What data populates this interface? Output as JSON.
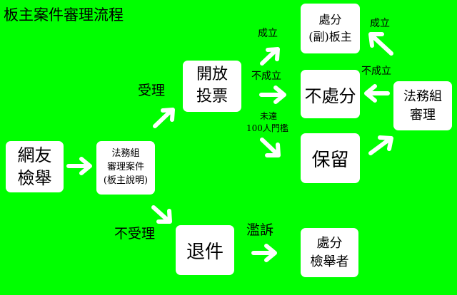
{
  "title": "板主案件審理流程",
  "colors": {
    "background": "#00ff00",
    "box": "#ffffff",
    "arrow": "#ffffff",
    "text": "#000000"
  },
  "nodes": {
    "report": [
      "網友",
      "檢舉"
    ],
    "committee_review": [
      "法務組",
      "審理案件",
      "(板主說明)"
    ],
    "vote": [
      "開放",
      "投票"
    ],
    "punish_deputy": [
      "處分",
      "(副)板主"
    ],
    "no_punish": [
      "不處分"
    ],
    "keep": [
      "保留"
    ],
    "committee_rereview": [
      "法務組",
      "審理"
    ],
    "withdraw": [
      "退件"
    ],
    "punish_reporter": [
      "處分",
      "檢舉者"
    ]
  },
  "edge_labels": {
    "accept": "受理",
    "reject": "不受理",
    "pass_top": "成立",
    "fail_mid": "不成立",
    "threshold": [
      "未達",
      "100人門檻"
    ],
    "pass_right": "成立",
    "fail_right": "不成立",
    "abuse": "濫訴"
  }
}
